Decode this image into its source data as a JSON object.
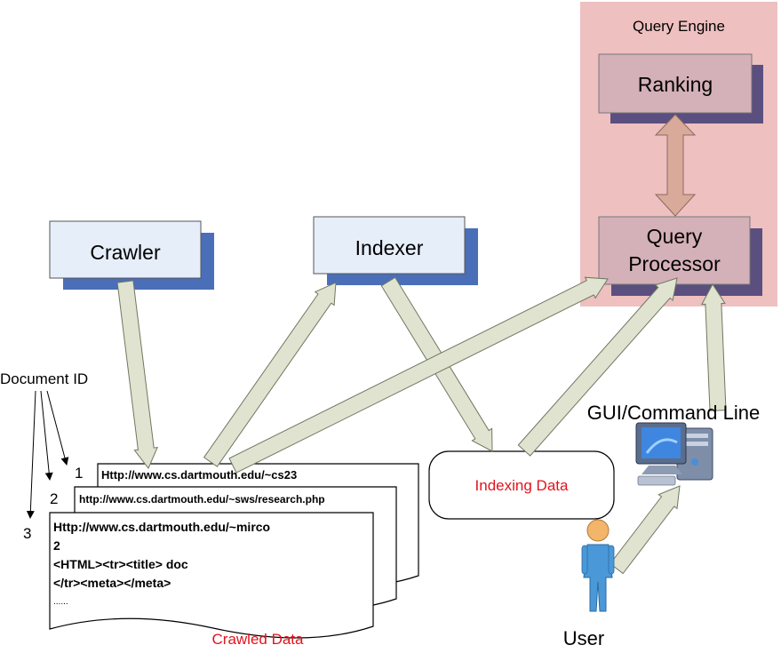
{
  "query_engine": {
    "title": "Query Engine",
    "ranking": "Ranking",
    "processor_line1": "Query",
    "processor_line2": "Processor"
  },
  "components": {
    "crawler": "Crawler",
    "indexer": "Indexer"
  },
  "indexing_data": "Indexing Data",
  "gui_label": "GUI/Command Line",
  "user_label": "User",
  "document_id_label": "Document ID",
  "crawled_data_label": "Crawled Data",
  "documents": [
    {
      "num": "1",
      "url": "Http://www.cs.dartmouth.edu/~cs23"
    },
    {
      "num": "2",
      "url": "http://www.cs.dartmouth.edu/~sws/research.php"
    },
    {
      "num": "3",
      "url": "Http://www.cs.dartmouth.edu/~mirco",
      "lines": [
        "2",
        "<HTML><tr><title> doc",
        "</tr><meta></meta>",
        "......"
      ]
    }
  ],
  "colors": {
    "engine_bg": "#eec0c0",
    "engine_box": "#d4b0b8",
    "engine_shadow": "#5a4f7f",
    "box_fill": "#e6eefa",
    "box_shadow": "#4a6fb8",
    "arrow_fill": "#dfe3d0",
    "arrow_stroke": "#6f7860",
    "ranking_arrow": "#d9a99a",
    "red_text": "#e0141e"
  }
}
